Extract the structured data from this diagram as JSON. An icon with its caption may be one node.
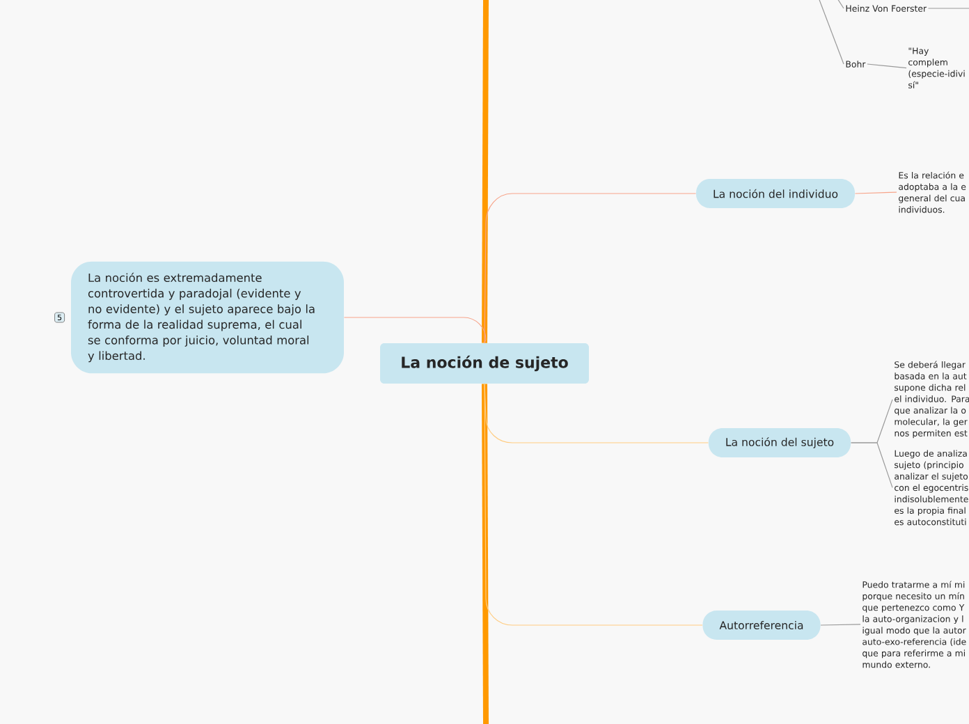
{
  "diagram": {
    "nodes": [
      {
        "text": [
          "La noción de sujeto"
        ]
      },
      {
        "text": [
          "La noción es extremadamente controvertida y paradojal (evidente y no evidente) y el sujeto aparece bajo la forma de la realidad suprema, el cual se conforma por juicio, voluntad moral y libertad."
        ],
        "beside": [
          "5"
        ]
      },
      {
        "text": [
          "La noción del individuo"
        ]
      },
      {
        "text": [
          "Es la relación e adoptaba a la e general del cua individuos."
        ]
      },
      {
        "text": [
          "La noción del sujeto"
        ]
      },
      {
        "text": [
          "Se deberá llegar basada en la aut supone dicha rel el individuo. Para que analizar la o molecular, la ger nos permiten est"
        ]
      },
      {
        "text": [
          "Luego de analiza sujeto (principio analizar el sujeto con el egocentris indisolublemente es la propia final es autoconstituti"
        ]
      },
      {
        "text": [
          "Autorreferencia"
        ]
      },
      {
        "text": [
          "Puedo tratarme a mí mi porque necesito un mín que pertenezco como Y la auto-organizacion y l igual modo que la autor auto-exo-referencia (ide que para referirme a mi mundo externo."
        ]
      },
      {
        "text": [
          "Heinz Von Foerster"
        ]
      },
      {
        "text": [
          "Bohr"
        ]
      },
      {
        "text": [
          "\"Hay complem (especie-idivi sí\""
        ]
      }
    ],
    "edges": [
      {
        "from": 0,
        "to": null,
        "arrow": "none",
        "style": "thick",
        "color": "#ff9900"
      },
      {
        "from": 0,
        "to": null,
        "arrow": "none",
        "style": "thick",
        "color": "#ff9900"
      },
      {
        "from": 0,
        "to": 2,
        "arrow": "none",
        "color": "#f7a48a"
      },
      {
        "from": 0,
        "to": 1,
        "arrow": "none",
        "color": "#f7a48a"
      },
      {
        "from": 0,
        "to": 4,
        "arrow": "none",
        "color": "#ffcc80"
      },
      {
        "from": 0,
        "to": 7,
        "arrow": "none",
        "color": "#ffcc80"
      },
      {
        "from": 2,
        "to": 3,
        "arrow": "none",
        "color": "#f7a48a"
      },
      {
        "from": 4,
        "to": 5,
        "arrow": "none"
      },
      {
        "from": 4,
        "to": 6,
        "arrow": "none"
      },
      {
        "from": 7,
        "to": 8,
        "arrow": "none"
      },
      {
        "from": null,
        "to": 9,
        "arrow": "none"
      },
      {
        "from": null,
        "to": 10,
        "arrow": "none"
      },
      {
        "from": 9,
        "to": null,
        "arrow": "none"
      },
      {
        "from": 10,
        "to": 11,
        "arrow": "none"
      }
    ]
  }
}
